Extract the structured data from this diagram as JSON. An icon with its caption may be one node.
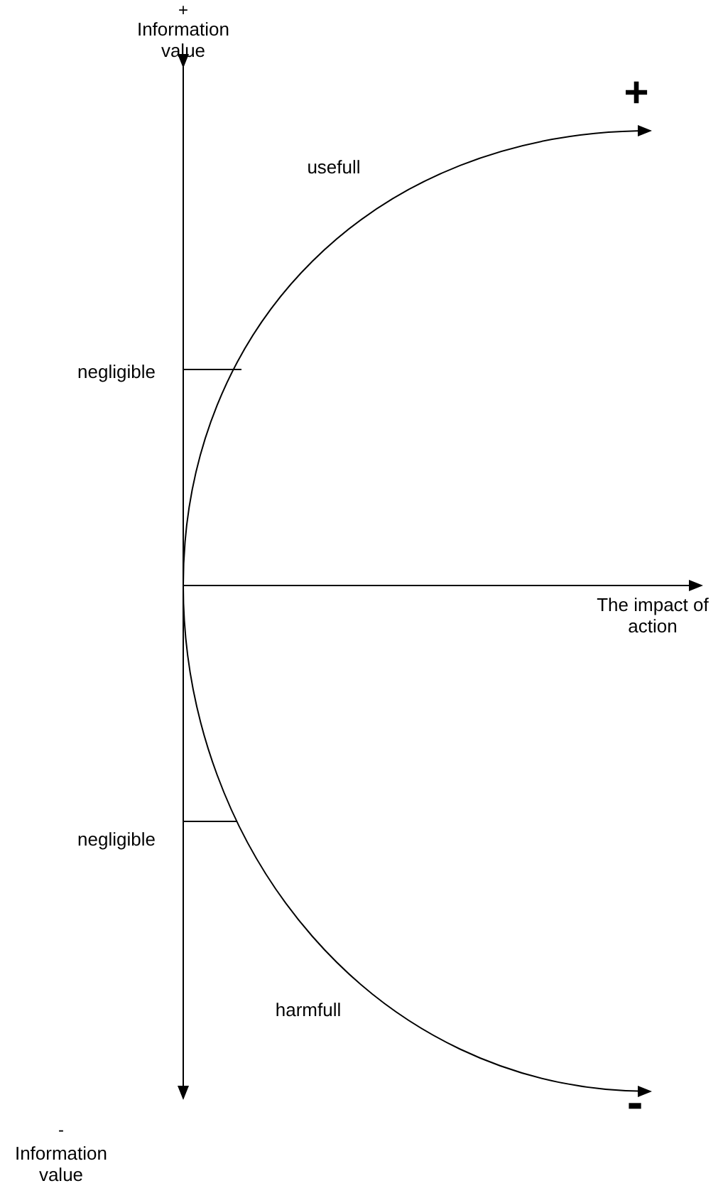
{
  "diagram": {
    "labels": [
      "+",
      "Information value",
      "+",
      "usefull",
      "negligible",
      "The impact of action",
      "negligible",
      "harmfull",
      "-",
      "-",
      "Information value"
    ]
  }
}
